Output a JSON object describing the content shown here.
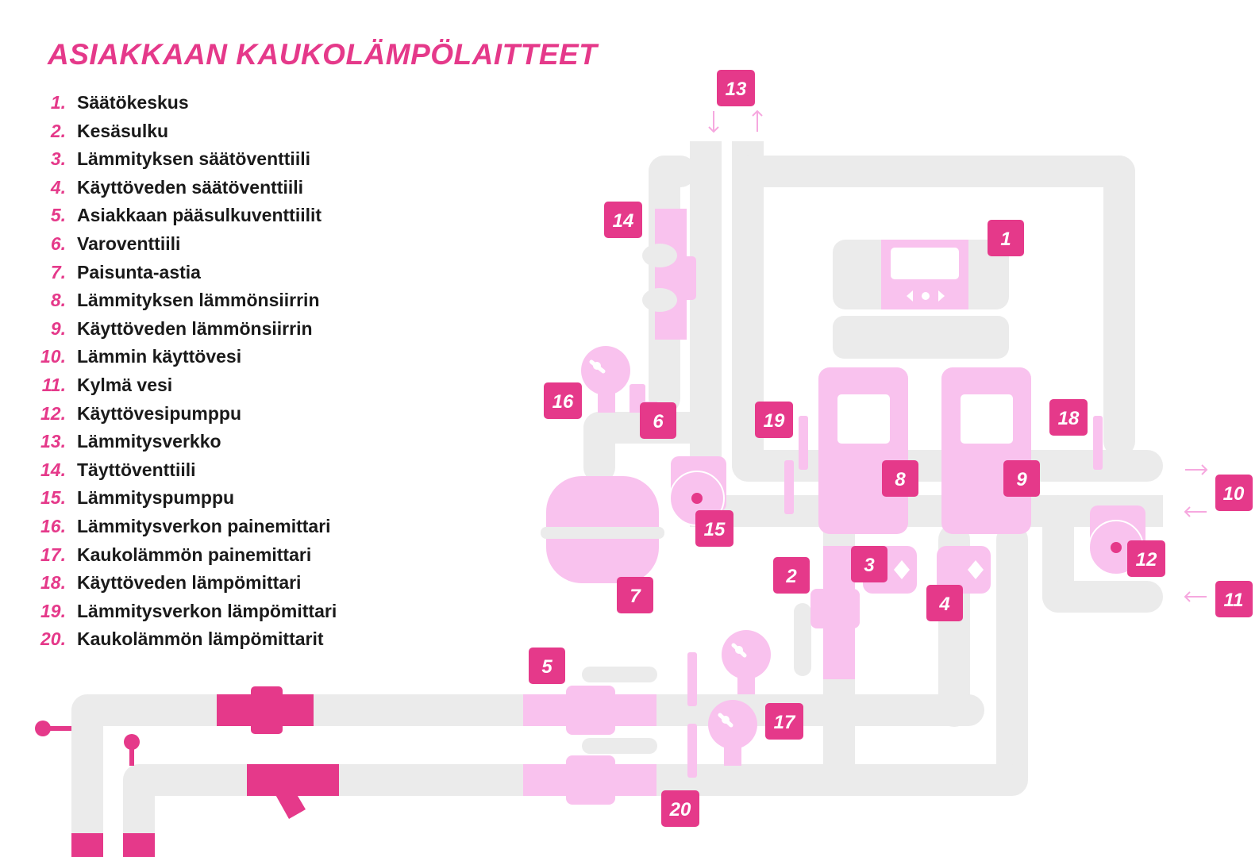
{
  "title": "ASIAKKAAN KAUKOLÄMPÖLAITTEET",
  "legend": [
    {
      "num": "1.",
      "label": "Säätökeskus"
    },
    {
      "num": "2.",
      "label": "Kesäsulku"
    },
    {
      "num": "3.",
      "label": "Lämmityksen säätöventtiili"
    },
    {
      "num": "4.",
      "label": "Käyttöveden säätöventtiili"
    },
    {
      "num": "5.",
      "label": "Asiakkaan pääsulkuventtiilit"
    },
    {
      "num": "6.",
      "label": "Varoventtiili"
    },
    {
      "num": "7.",
      "label": "Paisunta-astia"
    },
    {
      "num": "8.",
      "label": "Lämmityksen lämmönsiirrin"
    },
    {
      "num": "9.",
      "label": "Käyttöveden lämmönsiirrin"
    },
    {
      "num": "10.",
      "label": "Lämmin käyttövesi"
    },
    {
      "num": "11.",
      "label": "Kylmä vesi"
    },
    {
      "num": "12.",
      "label": "Käyttövesipumppu"
    },
    {
      "num": "13.",
      "label": "Lämmitysverkko"
    },
    {
      "num": "14.",
      "label": "Täyttöventtiili"
    },
    {
      "num": "15.",
      "label": "Lämmityspumppu"
    },
    {
      "num": "16.",
      "label": "Lämmitysverkon painemittari"
    },
    {
      "num": "17.",
      "label": "Kaukolämmön painemittari"
    },
    {
      "num": "18.",
      "label": "Käyttöveden lämpömittari"
    },
    {
      "num": "19.",
      "label": "Lämmitysverkon lämpömittari"
    },
    {
      "num": "20.",
      "label": "Kaukolämmön lämpömittarit"
    }
  ],
  "badges": {
    "b1": "1",
    "b2": "2",
    "b3": "3",
    "b4": "4",
    "b5": "5",
    "b6": "6",
    "b7": "7",
    "b8": "8",
    "b9": "9",
    "b10": "10",
    "b11": "11",
    "b12": "12",
    "b13": "13",
    "b14": "14",
    "b15": "15",
    "b16": "16",
    "b17": "17",
    "b18": "18",
    "b19": "19",
    "b20": "20"
  },
  "colors": {
    "accent": "#e5398a",
    "light_pink": "#f9c2ee",
    "pipe_gray": "#ebebeb",
    "text": "#1a1a1a"
  }
}
